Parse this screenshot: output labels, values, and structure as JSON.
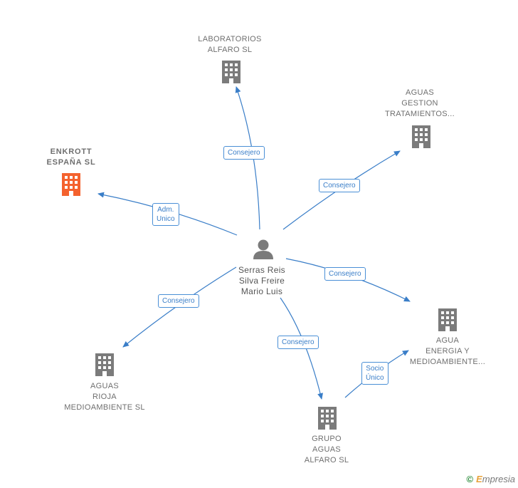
{
  "center": {
    "name_lines": [
      "Serras Reis",
      "Silva Freire",
      "Mario Luis"
    ],
    "icon": "person-icon"
  },
  "companies": {
    "laboratorios": {
      "lines": [
        "LABORATORIOS",
        "ALFARO SL"
      ],
      "icon": "building-icon",
      "color": "#7b7b7b"
    },
    "aguas_gestion": {
      "lines": [
        "AGUAS",
        "GESTION",
        "TRATAMIENTOS..."
      ],
      "icon": "building-icon",
      "color": "#7b7b7b"
    },
    "enkrott": {
      "lines": [
        "ENKROTT",
        "ESPAÑA SL"
      ],
      "icon": "building-icon",
      "color": "#f4622e"
    },
    "agua_energia": {
      "lines": [
        "AGUA",
        "ENERGIA Y",
        "MEDIOAMBIENTE..."
      ],
      "icon": "building-icon",
      "color": "#7b7b7b"
    },
    "aguas_rioja": {
      "lines": [
        "AGUAS",
        "RIOJA",
        "MEDIOAMBIENTE SL"
      ],
      "icon": "building-icon",
      "color": "#7b7b7b"
    },
    "grupo_aguas": {
      "lines": [
        "GRUPO",
        "AGUAS",
        "ALFARO SL"
      ],
      "icon": "building-icon",
      "color": "#7b7b7b"
    }
  },
  "edges": {
    "laboratorios": [
      "Consejero"
    ],
    "aguas_gestion": [
      "Consejero"
    ],
    "enkrott": [
      "Adm.",
      "Unico"
    ],
    "agua_energia": [
      "Consejero"
    ],
    "aguas_rioja": [
      "Consejero"
    ],
    "grupo_aguas": [
      "Consejero"
    ],
    "grupo_to_agua": [
      "Socio",
      "Único"
    ]
  },
  "footer": {
    "copyright": "©",
    "brand_initial": "E",
    "brand_rest": "mpresia"
  },
  "colors": {
    "edge": "#3a7ec8",
    "building_gray": "#7b7b7b",
    "building_main": "#f4622e",
    "person": "#7b7b7b"
  }
}
